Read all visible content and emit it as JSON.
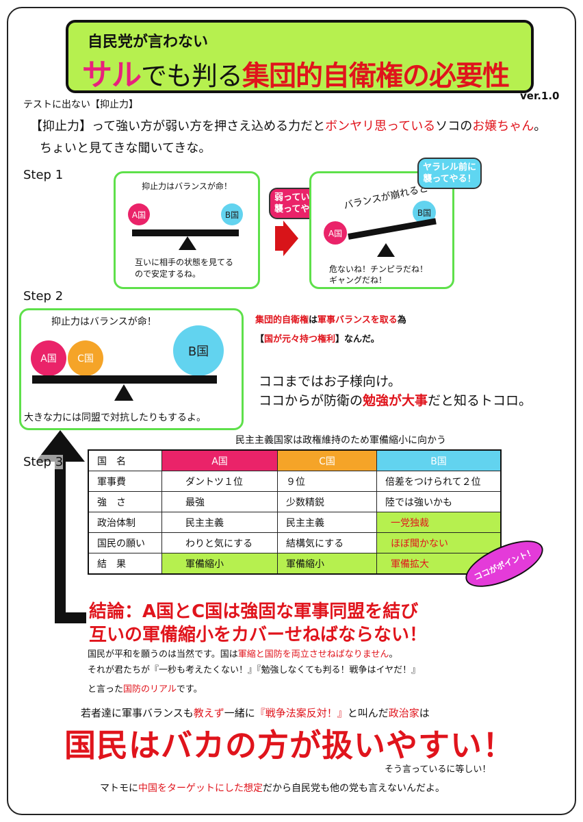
{
  "title": {
    "small": "自民党が言わない",
    "saru": "サル",
    "mid": "でも判る",
    "main": "集団的自衛権の必要性",
    "version": "ver.1.0"
  },
  "intro": {
    "label": "テストに出ない【抑止力】",
    "line1_a": "【抑止力】って強い方が弱い方を押さえ込める力だと",
    "line1_b": "ボンヤリ思っている",
    "line1_c": "ソコの",
    "line1_d": "お嬢ちゃん",
    "line1_e": "。",
    "line2": "ちょいと見てきな聞いてきな。"
  },
  "step1": {
    "label": "Step 1",
    "left_title": "抑止力はバランスが命！",
    "a": "A国",
    "b": "B国",
    "left_caption1": "互いに相手の状態を見てる",
    "left_caption2": "ので安定するね。",
    "bubble_weak1": "弱っているな",
    "bubble_weak2": "襲ってやる！",
    "bubble_pre1": "ヤラレル前に",
    "bubble_pre2": "襲ってやる！",
    "broken": "バランスが崩れると",
    "right_caption1": "危ないね！チンピラだね！",
    "right_caption2": "ギャングだね！"
  },
  "step2": {
    "label": "Step 2",
    "title": "抑止力はバランスが命！",
    "a": "A国",
    "c": "C国",
    "b": "B国",
    "caption": "大きな力には同盟で対抗したりもするよ。",
    "note1_a": "集団的自衛権",
    "note1_b": "は",
    "note1_c": "軍事バランスを取る",
    "note1_d": "為",
    "note2_a": "【",
    "note2_b": "国が元々持つ権利",
    "note2_c": "】なんだ。",
    "kids1": "ココまではお子様向け。",
    "kids2_a": "ココからが防衛の",
    "kids2_b": "勉強が大事",
    "kids2_c": "だと知るトコロ。"
  },
  "step3": {
    "label": "Step 3",
    "heading": "民主主義国家は政権維持のため軍備縮小に向かう",
    "table": {
      "headers": [
        "国　名",
        "A国",
        "C国",
        "B国"
      ],
      "rows": [
        [
          "軍事費",
          "ダントツ１位",
          "９位",
          "倍差をつけられて２位"
        ],
        [
          "強　さ",
          "最強",
          "少数精鋭",
          "陸では強いかも"
        ],
        [
          "政治体制",
          "民主主義",
          "民主主義",
          "一党独裁"
        ],
        [
          "国民の願い",
          "わりと気にする",
          "結構気にする",
          "ほぼ聞かない"
        ],
        [
          "結　果",
          "軍備縮小",
          "軍備縮小",
          "軍備拡大"
        ]
      ]
    },
    "point_badge": "ココがポイント！"
  },
  "conclusion": {
    "line1": "結論：A国とC国は強固な軍事同盟を結び",
    "line2": "互いの軍備縮小をカバーせねばならない！",
    "p1_a": "国民が平和を願うのは当然です。国は",
    "p1_b": "軍縮と国防を両立させねばなりません",
    "p1_c": "。",
    "p2": "それが君たちが『一秒も考えたくない！』『勉強しなくても判る！戦争はイヤだ！』",
    "p3_a": "と言った",
    "p3_b": "国防のリアル",
    "p3_c": "です。",
    "youth_a": "若者達に軍事バランスも",
    "youth_b": "教えず",
    "youth_c": "一緒に",
    "youth_d": "『戦争法案反対！』",
    "youth_e": "と叫んだ",
    "youth_f": "政治家",
    "youth_g": "は",
    "big": "国民はバカの方が扱いやすい！",
    "equal": "そう言っているに等しい！",
    "footer_a": "マトモに",
    "footer_b": "中国をターゲットにした想定",
    "footer_c": "だから自民党も他の党も言えないんだよ。"
  },
  "colors": {
    "accent_red": "#e0141c",
    "title_green": "#b6f04f",
    "panel_green": "#5ee04a",
    "a_pink": "#ea2369",
    "b_blue": "#62d3ef",
    "c_orange": "#f5a428",
    "badge_magenta": "#e43bd9"
  }
}
